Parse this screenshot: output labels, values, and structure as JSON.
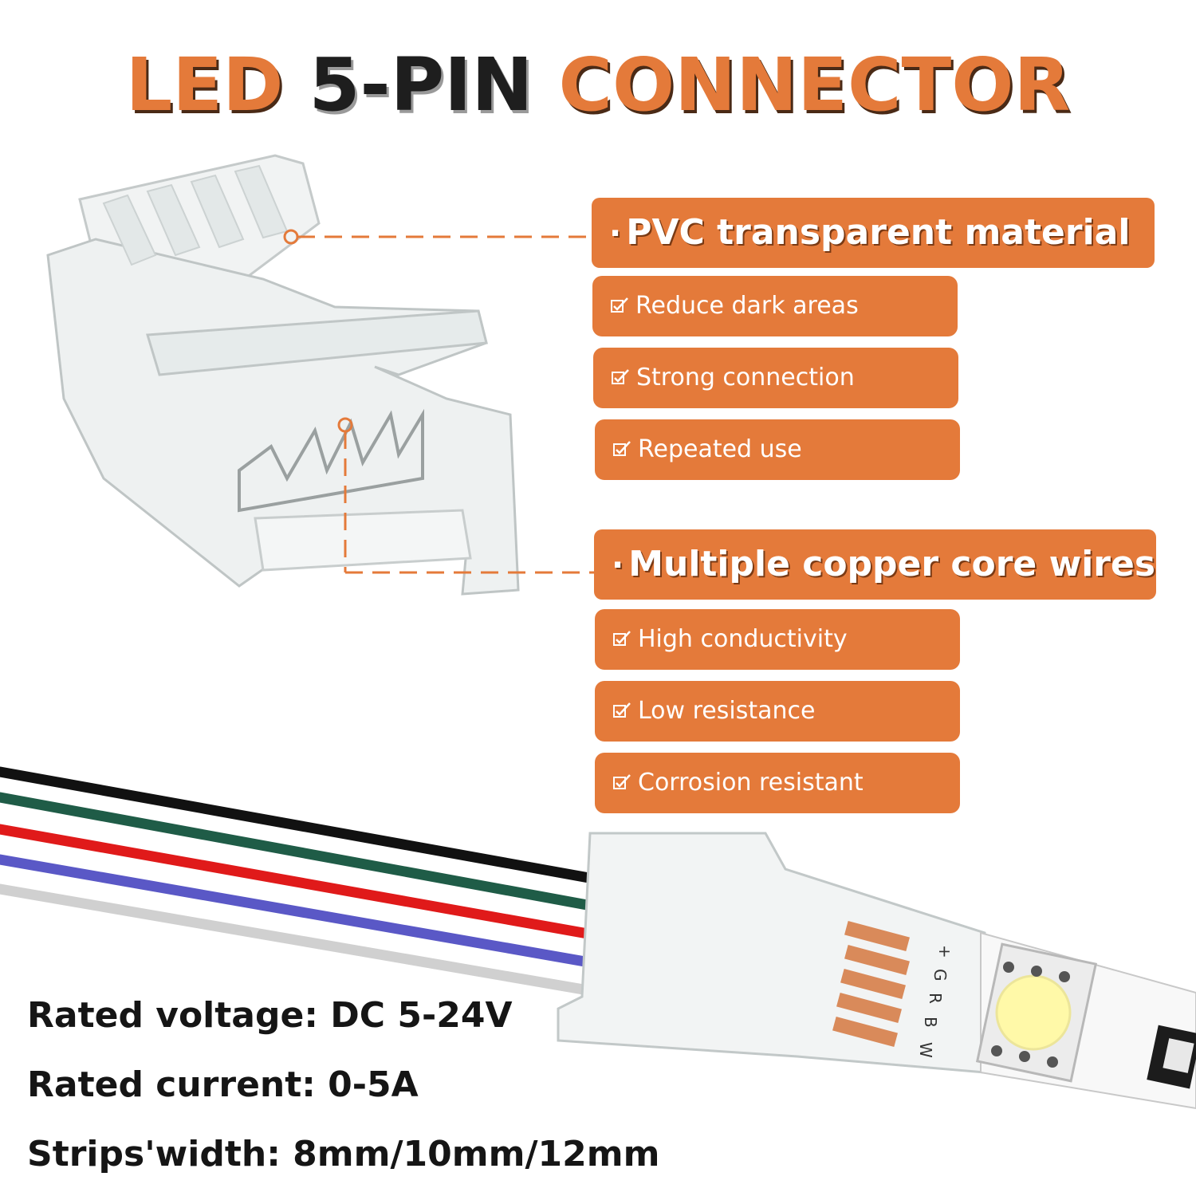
{
  "title": {
    "part1": "LED",
    "part2": "5-PIN",
    "part3": "CONNECTOR"
  },
  "groups": [
    {
      "heading": "PVC transparent material",
      "features": [
        "Reduce dark areas",
        "Strong connection",
        "Repeated use"
      ]
    },
    {
      "heading": "Multiple copper core wires",
      "features": [
        "High conductivity",
        "Low resistance",
        "Corrosion resistant"
      ]
    }
  ],
  "specs": [
    "Rated voltage: DC 5-24V",
    "Rated current: 0-5A",
    "Strips'width: 8mm/10mm/12mm"
  ],
  "pin_labels": [
    "+",
    "G",
    "R",
    "B",
    "W"
  ],
  "colors": {
    "accent": "#e47a3a",
    "wires": [
      "#111111",
      "#1f5c47",
      "#e01a1a",
      "#5a58c6",
      "#d0d0d0"
    ]
  }
}
